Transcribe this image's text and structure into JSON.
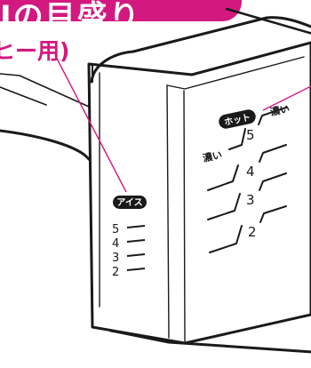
{
  "header": {
    "title": "Jの目盛り",
    "subtitle": "ヒー用)"
  },
  "labels": {
    "ice_badge": "アイス",
    "hot_badge": "ホット",
    "strong": "濃い"
  },
  "ice_scale": [
    "5",
    "4",
    "3",
    "2"
  ],
  "hot_scale": [
    "5",
    "4",
    "3",
    "2"
  ],
  "colors": {
    "accent": "#d3187f",
    "line": "#1a1a1a",
    "badge": "#1a1a1a"
  }
}
